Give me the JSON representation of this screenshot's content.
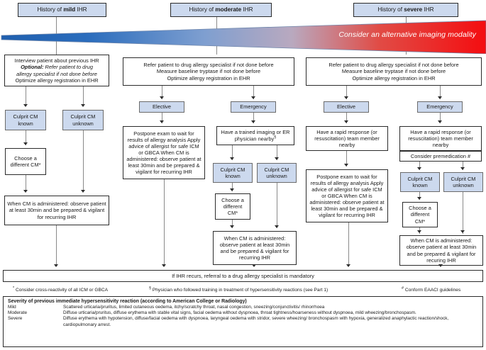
{
  "headers": [
    {
      "prefix": "History of ",
      "strong": "mild",
      "suffix": " IHR"
    },
    {
      "prefix": "History of ",
      "strong": "moderate",
      "suffix": " IHR"
    },
    {
      "prefix": "History of ",
      "strong": "severe",
      "suffix": " IHR"
    }
  ],
  "wedge": {
    "label": "Consider an  alternative imaging modality",
    "color_left": "#1f5fae",
    "color_right": "#f40d10"
  },
  "mild": {
    "intake": {
      "line1": "Interview patient about previous IHR",
      "line2_bold": "Optional:",
      "line2_rest": " Refer patient to drug",
      "line3": "allergy specialist if not done before",
      "line4": "Optimize allergy registration in EHR"
    },
    "culprit_known": "Culprit CM known",
    "culprit_unknown": "Culprit CM unknown",
    "choose": "Choose a different CM*",
    "admin": "When CM is administered: observe patient  at least 30min and be prepared & vigilant for recurring IHR"
  },
  "moderate": {
    "refer": "Refer patient to drug allergy specialist if not done before\nMeasure baseline tryptase if not done before\nOptimize allergy registration in EHR",
    "elective": "Elective",
    "emergency": "Emergency",
    "postpone": "Postpone exam to wait for results of allergy analysis Apply advice of allergist for safe ICM or GBCA When CM is administered: observe patient  at least 30min and be prepared & vigilant for recurring IHR",
    "trained": "Have a trained imaging or ER physician nearby",
    "trained_mark": "§",
    "culprit_known": "Culprit CM known",
    "culprit_unknown": "Culprit CM unknown",
    "choose": "Choose a different CM*",
    "admin": "When CM is administered: observe patient at least 30min and be prepared & vigilant for recurring IHR"
  },
  "severe": {
    "refer": "Refer patient to drug allergy specialist if not done before\nMeasure baseline tryptase if not done before\nOptimize allergy registration in EHR",
    "elective": "Elective",
    "emergency": "Emergency",
    "rapid_elective": "Have a rapid response (or resuscitation) team member nearby",
    "rapid_emergency": "Have a rapid response (or resuscitation) team member nearby",
    "premedication": "Consider premedication #",
    "postpone": "Postpone exam to wait for results of allergy analysis Apply advice of allergist for safe ICM or GBCA When CM is administered: observe patient at least 30min and be prepared & vigilant for recurring IHR",
    "culprit_known": "Culprit CM known",
    "culprit_unknown": "Culprit CM unknown",
    "choose": "Choose a different CM*",
    "admin": "When CM is administered: observe patient at least 30min and be prepared & vigilant for recuring IHR"
  },
  "recur_note": "If IHR recurs, referral to a drug allergy specialist is mandatory",
  "footnotes": [
    {
      "mark": "*",
      "text": "Consider cross-reactivity of all ICM or GBCA"
    },
    {
      "mark": "§",
      "text": "Physician who followed training in treatment of hypersensitivity reactions (see Part 1)"
    },
    {
      "mark": "#",
      "text": "Conform EAACI guidelines"
    }
  ],
  "severity": {
    "title": "Severity of previous immediate hypersensitivity reaction (according to American College or Radiology)",
    "rows": [
      {
        "grade": "Mild",
        "desc": "Scattered urticaria/pruritus, limited cutaneous oedema, itchy/scratchy throat, nasal congestion, sneezing/conjunctivitis/ rhinorrhoea"
      },
      {
        "grade": "Moderate",
        "desc": "Diffuse urticaria/pruritus, diffuse erythema with stable vital signs, facial oedema without dyspnoea, throat tightness/hoarseness without dyspnoea, mild wheezing/bronchospasm."
      },
      {
        "grade": "Severe",
        "desc": "Diffuse erythema with hypotension, diffuse/facial oedema with dyspnoea, laryngeal oedema with stridor, severe wheezing/ bronchospasm with hypoxia, generalized anaphylactic reaction/shock, cardiopulmonary arrest."
      }
    ]
  }
}
